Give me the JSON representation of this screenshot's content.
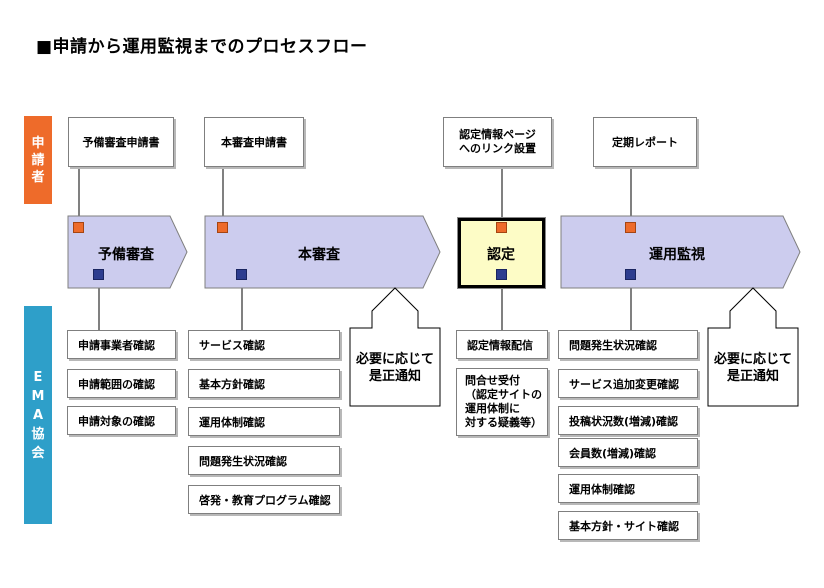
{
  "title": "■申請から運用監視までのプロセスフロー",
  "lanes": {
    "applicant": [
      "申",
      "請",
      "者"
    ],
    "ema": [
      "E",
      "M",
      "A",
      "協",
      "会"
    ]
  },
  "applicant_docs": {
    "prelim": "予備審査申請書",
    "main": "本審査申請書",
    "cert_page": [
      "認定情報ページ",
      "へのリンク設置"
    ],
    "report": "定期レポート"
  },
  "stages": {
    "prelim": "予備審査",
    "main": "本審査",
    "cert": "認定",
    "monitor": "運用監視"
  },
  "ema_tasks": {
    "prelim": [
      "申請事業者確認",
      "申請範囲の確認",
      "申請対象の確認"
    ],
    "main": [
      "サービス確認",
      "基本方針確認",
      "運用体制確認",
      "問題発生状況確認",
      "啓発・教育プログラム確認"
    ],
    "cert_distribute": "認定情報配信",
    "cert_inquiry": [
      "問合せ受付",
      "（認定サイトの",
      "運用体制に",
      "対する疑義等）"
    ],
    "monitor": [
      "問題発生状況確認",
      "サービス追加変更確認",
      "投稿状況数(増減)確認",
      "会員数(増減)確認",
      "運用体制確認",
      "基本方針・サイト確認"
    ]
  },
  "notices": {
    "main": [
      "必要に応じて",
      "是正通知"
    ],
    "monitor": [
      "必要に応じて",
      "是正通知"
    ]
  },
  "colors": {
    "applicant_lane": "#ee6b2a",
    "ema_lane": "#2e9fc9",
    "process_arrow": "#ccccee",
    "cert_fill": "#fdfcc6",
    "applicant_marker": "#ee6b2a",
    "ema_marker": "#2d3d8f"
  }
}
